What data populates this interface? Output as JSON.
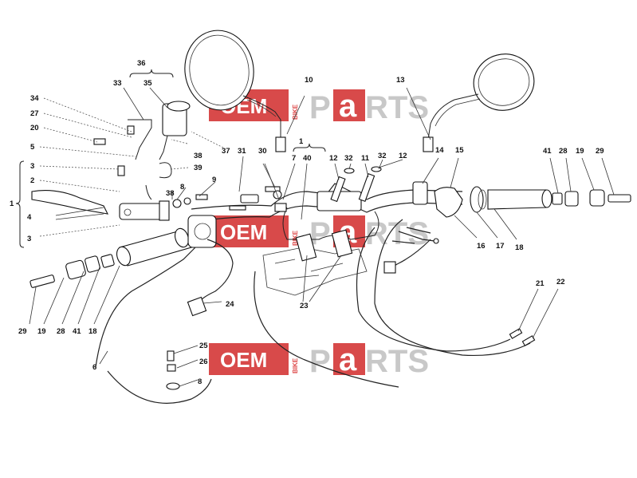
{
  "watermark": {
    "oem": "OEM",
    "bike": "BIKE",
    "p": "P",
    "a": "a",
    "rts": "RTS"
  },
  "colors": {
    "watermark_red": "#d84a4a",
    "watermark_gray": "#c8c8c8",
    "line": "#222222"
  },
  "callouts": {
    "c1_top": "1",
    "c1_left": "1",
    "c2": "2",
    "c3a": "3",
    "c3b": "3",
    "c4": "4",
    "c5": "5",
    "c6": "6",
    "c7": "7",
    "c8a": "8",
    "c8b": "8",
    "c9": "9",
    "c10": "10",
    "c11": "11",
    "c12a": "12",
    "c12b": "12",
    "c13": "13",
    "c14": "14",
    "c15": "15",
    "c16": "16",
    "c17": "17",
    "c18a": "18",
    "c18b": "18",
    "c19a": "19",
    "c19b": "19",
    "c20": "20",
    "c21": "21",
    "c22": "22",
    "c23": "23",
    "c24": "24",
    "c25": "25",
    "c26": "26",
    "c27": "27",
    "c28a": "28",
    "c28b": "28",
    "c29a": "29",
    "c29b": "29",
    "c30": "30",
    "c31": "31",
    "c32a": "32",
    "c32b": "32",
    "c33": "33",
    "c34": "34",
    "c35": "35",
    "c36": "36",
    "c37": "37",
    "c38a": "38",
    "c38b": "38",
    "c39": "39",
    "c40": "40",
    "c41a": "41",
    "c41b": "41"
  }
}
